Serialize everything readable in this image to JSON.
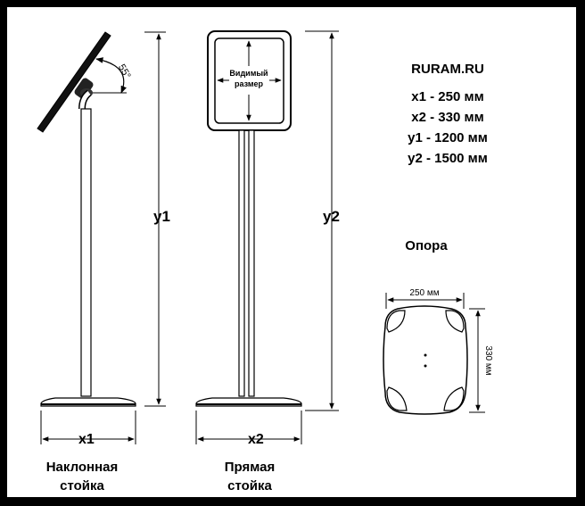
{
  "brand": "RURAM.RU",
  "specs": [
    "x1 - 250 мм",
    "x2 - 330 мм",
    "y1 - 1200 мм",
    "y2 - 1500 мм"
  ],
  "tilted_stand": {
    "angle_label": "55°",
    "height_label": "y1",
    "width_label": "x1",
    "caption_line1": "Наклонная",
    "caption_line2": "стойка"
  },
  "straight_stand": {
    "screen_label_line1": "Видимый",
    "screen_label_line2": "размер",
    "height_label": "y2",
    "width_label": "x2",
    "caption_line1": "Прямая",
    "caption_line2": "стойка"
  },
  "base": {
    "title": "Опора",
    "width_label": "250 мм",
    "height_label": "330 мм"
  }
}
